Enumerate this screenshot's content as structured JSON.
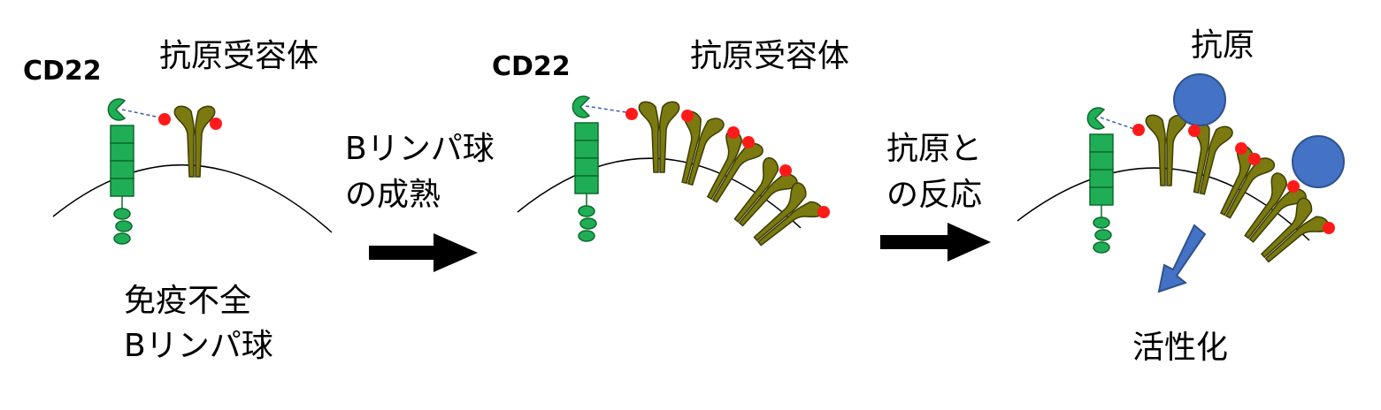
{
  "panels": [
    {
      "cd22_label": "CD22",
      "receptor_label": "抗原受容体",
      "caption_lines": [
        "免疫不全",
        "Bリンパ球"
      ]
    },
    {
      "cd22_label": "CD22",
      "receptor_label": "抗原受容体"
    },
    {
      "antigen_label": "抗原",
      "result_label": "活性化"
    }
  ],
  "transitions": [
    {
      "lines": [
        "Bリンパ球",
        "の成熟"
      ]
    },
    {
      "lines": [
        "抗原と",
        "の反応"
      ]
    }
  ],
  "colors": {
    "cd22_green": "#1fae55",
    "receptor_olive": "#7a7a10",
    "sialic_red": "#ff1a1a",
    "antigen_blue": "#4472c4",
    "arrow_black": "#000000",
    "dashed_blue": "#3a5fa8"
  }
}
